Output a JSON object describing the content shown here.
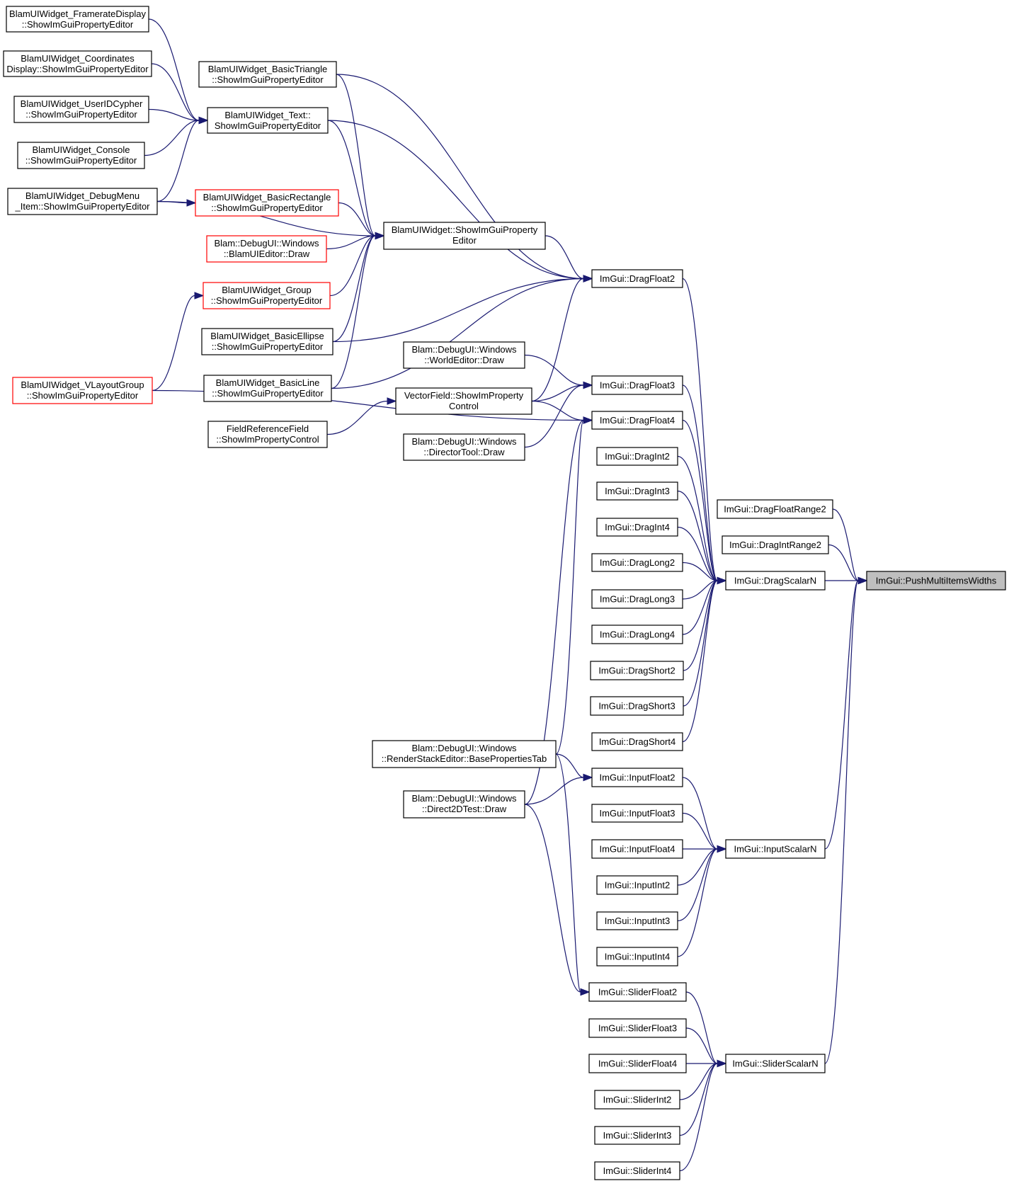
{
  "colors": {
    "edge": "#191970",
    "node_border": "#000000",
    "truncated_border": "#ff0000",
    "root_fill": "#bfbfbf",
    "background": "#ffffff"
  },
  "nodes": [
    {
      "id": "framerate",
      "lines": [
        "BlamUIWidget_FramerateDisplay",
        "::ShowImGuiPropertyEditor"
      ],
      "style": "normal"
    },
    {
      "id": "coordinates",
      "lines": [
        "BlamUIWidget_Coordinates",
        "Display::ShowImGuiPropertyEditor"
      ],
      "style": "normal"
    },
    {
      "id": "useridcypher",
      "lines": [
        "BlamUIWidget_UserIDCypher",
        "::ShowImGuiPropertyEditor"
      ],
      "style": "normal"
    },
    {
      "id": "console",
      "lines": [
        "BlamUIWidget_Console",
        "::ShowImGuiPropertyEditor"
      ],
      "style": "normal"
    },
    {
      "id": "debugmenu",
      "lines": [
        "BlamUIWidget_DebugMenu",
        "_Item::ShowImGuiPropertyEditor"
      ],
      "style": "normal"
    },
    {
      "id": "vlayout",
      "lines": [
        "BlamUIWidget_VLayoutGroup",
        "::ShowImGuiPropertyEditor"
      ],
      "style": "red"
    },
    {
      "id": "basictriangle",
      "lines": [
        "BlamUIWidget_BasicTriangle",
        "::ShowImGuiPropertyEditor"
      ],
      "style": "normal"
    },
    {
      "id": "text",
      "lines": [
        "BlamUIWidget_Text::",
        "ShowImGuiPropertyEditor"
      ],
      "style": "normal"
    },
    {
      "id": "basicrect",
      "lines": [
        "BlamUIWidget_BasicRectangle",
        "::ShowImGuiPropertyEditor"
      ],
      "style": "red"
    },
    {
      "id": "uieditor",
      "lines": [
        "Blam::DebugUI::Windows",
        "::BlamUIEditor::Draw"
      ],
      "style": "red"
    },
    {
      "id": "group",
      "lines": [
        "BlamUIWidget_Group",
        "::ShowImGuiPropertyEditor"
      ],
      "style": "red"
    },
    {
      "id": "ellipse",
      "lines": [
        "BlamUIWidget_BasicEllipse",
        "::ShowImGuiPropertyEditor"
      ],
      "style": "normal"
    },
    {
      "id": "line",
      "lines": [
        "BlamUIWidget_BasicLine",
        "::ShowImGuiPropertyEditor"
      ],
      "style": "normal"
    },
    {
      "id": "fieldref",
      "lines": [
        "FieldReferenceField",
        "::ShowImPropertyControl"
      ],
      "style": "normal"
    },
    {
      "id": "widget",
      "lines": [
        "BlamUIWidget::ShowImGuiProperty",
        "Editor"
      ],
      "style": "normal"
    },
    {
      "id": "worldeditor",
      "lines": [
        "Blam::DebugUI::Windows",
        "::WorldEditor::Draw"
      ],
      "style": "normal"
    },
    {
      "id": "vectorfield",
      "lines": [
        "VectorField::ShowImProperty",
        "Control"
      ],
      "style": "normal"
    },
    {
      "id": "directortool",
      "lines": [
        "Blam::DebugUI::Windows",
        "::DirectorTool::Draw"
      ],
      "style": "normal"
    },
    {
      "id": "renderstack",
      "lines": [
        "Blam::DebugUI::Windows",
        "::RenderStackEditor::BasePropertiesTab"
      ],
      "style": "normal"
    },
    {
      "id": "direct2d",
      "lines": [
        "Blam::DebugUI::Windows",
        "::Direct2DTest::Draw"
      ],
      "style": "normal"
    },
    {
      "id": "df2",
      "lines": [
        "ImGui::DragFloat2"
      ],
      "style": "normal"
    },
    {
      "id": "df3",
      "lines": [
        "ImGui::DragFloat3"
      ],
      "style": "normal"
    },
    {
      "id": "df4",
      "lines": [
        "ImGui::DragFloat4"
      ],
      "style": "normal"
    },
    {
      "id": "di2",
      "lines": [
        "ImGui::DragInt2"
      ],
      "style": "normal"
    },
    {
      "id": "di3",
      "lines": [
        "ImGui::DragInt3"
      ],
      "style": "normal"
    },
    {
      "id": "di4",
      "lines": [
        "ImGui::DragInt4"
      ],
      "style": "normal"
    },
    {
      "id": "dl2",
      "lines": [
        "ImGui::DragLong2"
      ],
      "style": "normal"
    },
    {
      "id": "dl3",
      "lines": [
        "ImGui::DragLong3"
      ],
      "style": "normal"
    },
    {
      "id": "dl4",
      "lines": [
        "ImGui::DragLong4"
      ],
      "style": "normal"
    },
    {
      "id": "ds2",
      "lines": [
        "ImGui::DragShort2"
      ],
      "style": "normal"
    },
    {
      "id": "ds3",
      "lines": [
        "ImGui::DragShort3"
      ],
      "style": "normal"
    },
    {
      "id": "ds4",
      "lines": [
        "ImGui::DragShort4"
      ],
      "style": "normal"
    },
    {
      "id": "if2",
      "lines": [
        "ImGui::InputFloat2"
      ],
      "style": "normal"
    },
    {
      "id": "if3",
      "lines": [
        "ImGui::InputFloat3"
      ],
      "style": "normal"
    },
    {
      "id": "if4",
      "lines": [
        "ImGui::InputFloat4"
      ],
      "style": "normal"
    },
    {
      "id": "ii2",
      "lines": [
        "ImGui::InputInt2"
      ],
      "style": "normal"
    },
    {
      "id": "ii3",
      "lines": [
        "ImGui::InputInt3"
      ],
      "style": "normal"
    },
    {
      "id": "ii4",
      "lines": [
        "ImGui::InputInt4"
      ],
      "style": "normal"
    },
    {
      "id": "sf2",
      "lines": [
        "ImGui::SliderFloat2"
      ],
      "style": "normal"
    },
    {
      "id": "sf3",
      "lines": [
        "ImGui::SliderFloat3"
      ],
      "style": "normal"
    },
    {
      "id": "sf4",
      "lines": [
        "ImGui::SliderFloat4"
      ],
      "style": "normal"
    },
    {
      "id": "si2",
      "lines": [
        "ImGui::SliderInt2"
      ],
      "style": "normal"
    },
    {
      "id": "si3",
      "lines": [
        "ImGui::SliderInt3"
      ],
      "style": "normal"
    },
    {
      "id": "si4",
      "lines": [
        "ImGui::SliderInt4"
      ],
      "style": "normal"
    },
    {
      "id": "dfr2",
      "lines": [
        "ImGui::DragFloatRange2"
      ],
      "style": "normal"
    },
    {
      "id": "dir2",
      "lines": [
        "ImGui::DragIntRange2"
      ],
      "style": "normal"
    },
    {
      "id": "dsn",
      "lines": [
        "ImGui::DragScalarN"
      ],
      "style": "normal"
    },
    {
      "id": "isn",
      "lines": [
        "ImGui::InputScalarN"
      ],
      "style": "normal"
    },
    {
      "id": "ssn",
      "lines": [
        "ImGui::SliderScalarN"
      ],
      "style": "normal"
    },
    {
      "id": "root",
      "lines": [
        "ImGui::PushMultiItemsWidths"
      ],
      "style": "root"
    }
  ],
  "edges": [
    [
      "framerate",
      "text"
    ],
    [
      "coordinates",
      "text"
    ],
    [
      "useridcypher",
      "text"
    ],
    [
      "console",
      "text"
    ],
    [
      "debugmenu",
      "text"
    ],
    [
      "debugmenu",
      "basicrect"
    ],
    [
      "debugmenu",
      "widget"
    ],
    [
      "vlayout",
      "group"
    ],
    [
      "vlayout",
      "df4"
    ],
    [
      "text",
      "widget"
    ],
    [
      "text",
      "df2"
    ],
    [
      "basictriangle",
      "widget"
    ],
    [
      "basictriangle",
      "df2"
    ],
    [
      "basicrect",
      "widget"
    ],
    [
      "uieditor",
      "widget"
    ],
    [
      "group",
      "widget"
    ],
    [
      "ellipse",
      "widget"
    ],
    [
      "ellipse",
      "df2"
    ],
    [
      "line",
      "widget"
    ],
    [
      "line",
      "df2"
    ],
    [
      "widget",
      "df2"
    ],
    [
      "fieldref",
      "vectorfield"
    ],
    [
      "vectorfield",
      "df2"
    ],
    [
      "vectorfield",
      "df3"
    ],
    [
      "vectorfield",
      "df4"
    ],
    [
      "worldeditor",
      "df3"
    ],
    [
      "directortool",
      "df3"
    ],
    [
      "renderstack",
      "df4"
    ],
    [
      "renderstack",
      "if2"
    ],
    [
      "renderstack",
      "sf2"
    ],
    [
      "direct2d",
      "df4"
    ],
    [
      "direct2d",
      "if2"
    ],
    [
      "direct2d",
      "sf2"
    ],
    [
      "df2",
      "dsn"
    ],
    [
      "df3",
      "dsn"
    ],
    [
      "df4",
      "dsn"
    ],
    [
      "di2",
      "dsn"
    ],
    [
      "di3",
      "dsn"
    ],
    [
      "di4",
      "dsn"
    ],
    [
      "dl2",
      "dsn"
    ],
    [
      "dl3",
      "dsn"
    ],
    [
      "dl4",
      "dsn"
    ],
    [
      "ds2",
      "dsn"
    ],
    [
      "ds3",
      "dsn"
    ],
    [
      "ds4",
      "dsn"
    ],
    [
      "if2",
      "isn"
    ],
    [
      "if3",
      "isn"
    ],
    [
      "if4",
      "isn"
    ],
    [
      "ii2",
      "isn"
    ],
    [
      "ii3",
      "isn"
    ],
    [
      "ii4",
      "isn"
    ],
    [
      "sf2",
      "ssn"
    ],
    [
      "sf3",
      "ssn"
    ],
    [
      "sf4",
      "ssn"
    ],
    [
      "si2",
      "ssn"
    ],
    [
      "si3",
      "ssn"
    ],
    [
      "si4",
      "ssn"
    ],
    [
      "dfr2",
      "root"
    ],
    [
      "dir2",
      "root"
    ],
    [
      "dsn",
      "root"
    ],
    [
      "isn",
      "root"
    ],
    [
      "ssn",
      "root"
    ]
  ]
}
